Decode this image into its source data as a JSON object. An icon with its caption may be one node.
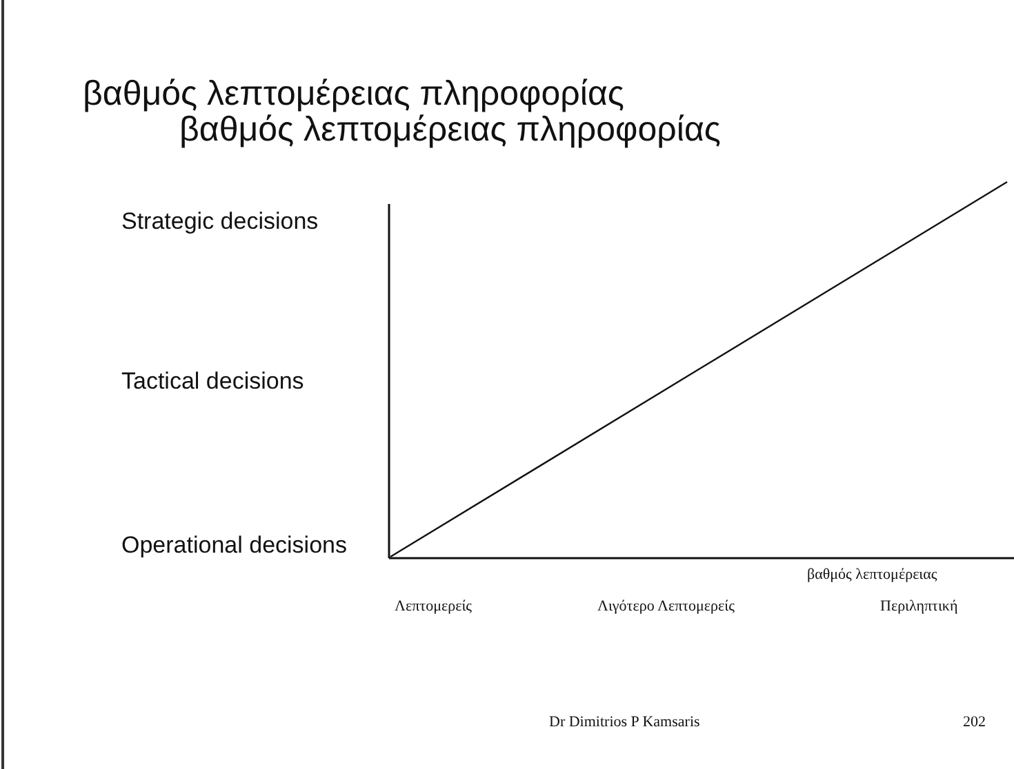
{
  "diagram": {
    "title": "βαθμός λεπτομέρειας πληροφορίας",
    "labels": [
      "βαθμός λεπτομέρειας πληροφορίας",
      "Strategic decisions",
      "Tactical decisions",
      "Operational decisions",
      "βαθμός λεπτομέρειας",
      "Λεπτομερείς",
      "Λιγότερο Λεπτομερείς",
      "Περιληπτική",
      "Dr Dimitrios P Kamsaris",
      "202"
    ]
  }
}
